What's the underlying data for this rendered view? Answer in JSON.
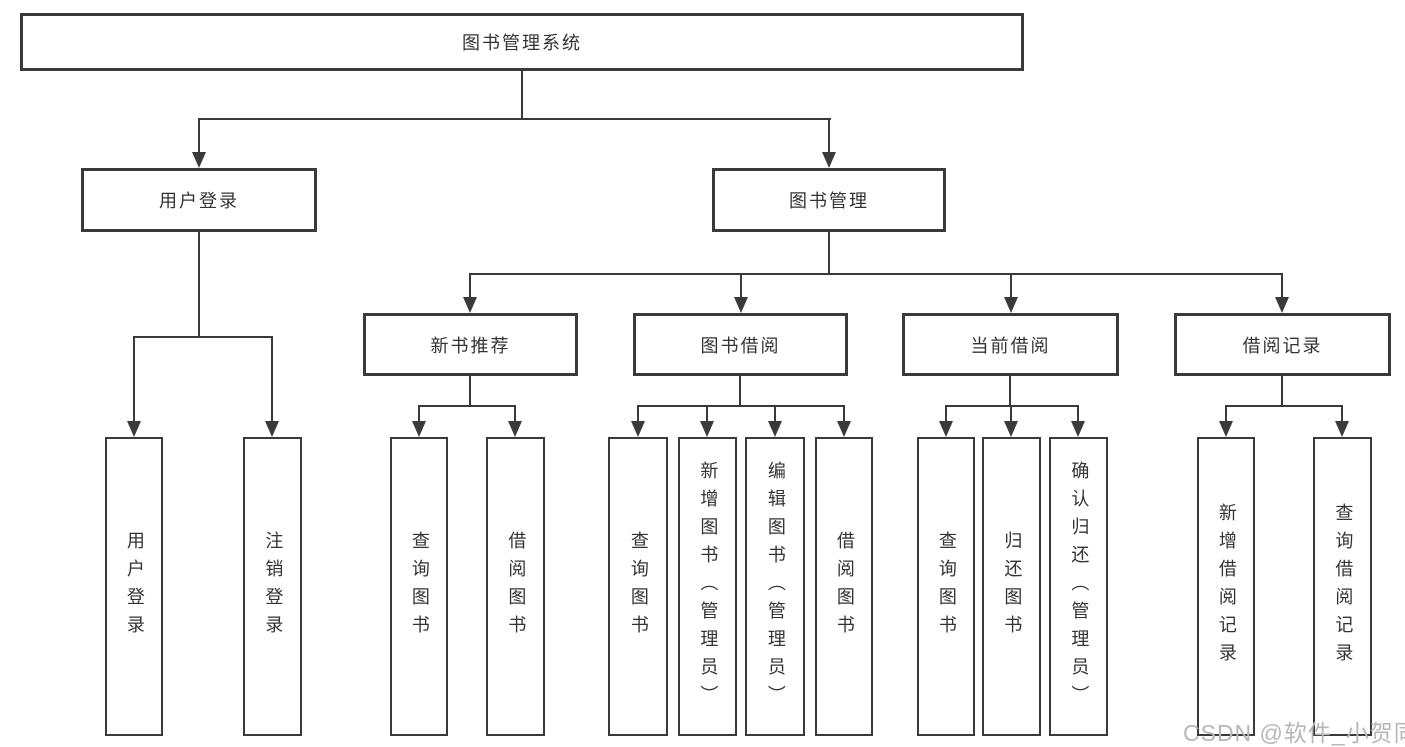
{
  "diagram_title": "图书管理系统",
  "tree": {
    "root": {
      "label": "图书管理系统",
      "children": [
        {
          "label": "用户登录",
          "children": [
            {
              "label": "用户登录"
            },
            {
              "label": "注销登录"
            }
          ]
        },
        {
          "label": "图书管理",
          "children": [
            {
              "label": "新书推荐",
              "children": [
                {
                  "label": "查询图书"
                },
                {
                  "label": "借阅图书"
                }
              ]
            },
            {
              "label": "图书借阅",
              "children": [
                {
                  "label": "查询图书"
                },
                {
                  "label": "新增图书（管理员）"
                },
                {
                  "label": "编辑图书（管理员）"
                },
                {
                  "label": "借阅图书"
                }
              ]
            },
            {
              "label": "当前借阅",
              "children": [
                {
                  "label": "查询图书"
                },
                {
                  "label": "归还图书"
                },
                {
                  "label": "确认归还（管理员）"
                }
              ]
            },
            {
              "label": "借阅记录",
              "children": [
                {
                  "label": "新增借阅记录"
                },
                {
                  "label": "查询借阅记录"
                }
              ]
            }
          ]
        }
      ]
    }
  },
  "watermark": {
    "text": "CSDN @软件_小贺同学"
  },
  "colors": {
    "line": "#3a3a3a",
    "text": "#333333",
    "background": "#ffffff",
    "watermark": "#b7b7b7"
  }
}
